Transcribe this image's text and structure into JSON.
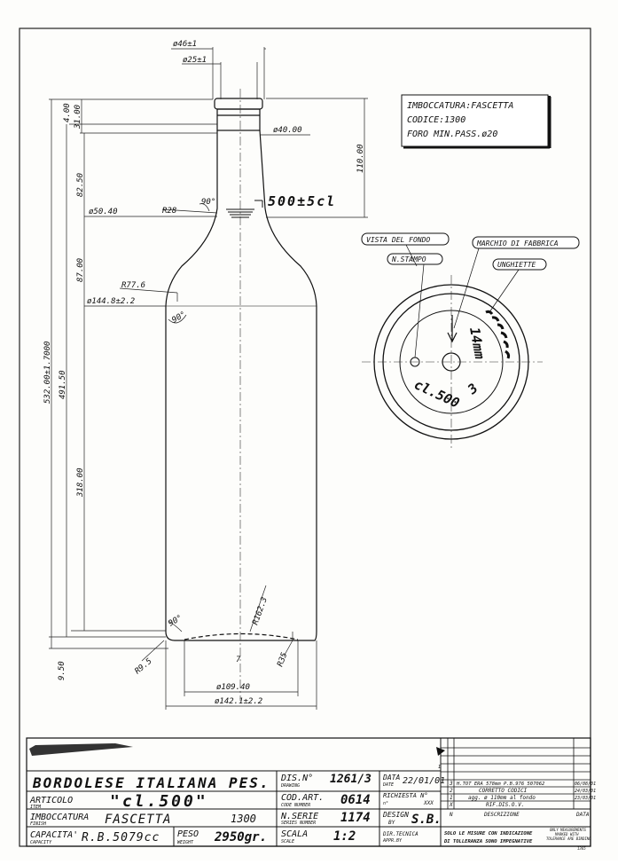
{
  "drawing": {
    "neck_outer_dia": "ø46±1",
    "neck_inner_dia": "ø25±1",
    "ring_dia": "ø40.00",
    "shoulder_dia": "ø50.40",
    "body_dia": "ø144.8±2.2",
    "base_dia_inner": "ø109.40",
    "base_dia_outer": "ø142.1±2.2",
    "capacity_mark": "500±5cl",
    "h_31": "31.00",
    "h_4": "4.00",
    "h_82": "82.50",
    "h_87": "87.00",
    "h_491": "491.50",
    "h_532": "532.00±1.7000",
    "h_318": "318.00",
    "h_9": "9.50",
    "h_110": "110.00",
    "r_28": "R28",
    "r_77": "R77.6",
    "r_162": "R162.3",
    "r_9": "R9.5",
    "r_35": "R35",
    "r_7": "7",
    "ang_90a": "90°",
    "ang_90b": "90°",
    "ang_90c": "90°"
  },
  "finish_box": {
    "line1": "IMBOCCATURA:FASCETTA",
    "line2": "CODICE:1300",
    "line3": "FORO MIN.PASS.ø20"
  },
  "bottom_view": {
    "vista": "VISTA DEL FONDO",
    "marchio": "MARCHIO DI FABBRICA",
    "stampo": "N.STAMPO",
    "unghiette": "UNGHIETTE",
    "text_cl": "cl.500",
    "text_3": "3",
    "text_mm": "14mm"
  },
  "title_block": {
    "name": "BORDOLESE ITALIANA PES.",
    "articolo_label": "ARTICOLO",
    "articolo_sub": "ITEM",
    "articolo_value": "\"cl.500\"",
    "imboccatura_label": "IMBOCCATURA",
    "imboccatura_sub": "FINISH",
    "imboccatura_value": "FASCETTA",
    "imboccatura_code": "1300",
    "capacita_label": "CAPACITA'",
    "capacita_sub": "CAPACITY",
    "capacita_value": "R.B.5079cc",
    "peso_label": "PESO",
    "peso_sub": "WEIGHT",
    "peso_value": "2950gr.",
    "dis_label": "DIS.N°",
    "dis_sub": "DRAWING",
    "dis_value": "1261/3",
    "cod_label": "COD.ART.",
    "cod_sub": "CODE NUMBER",
    "cod_value": "0614",
    "serie_label": "N.SERIE",
    "serie_sub": "SERIES NUMBER",
    "serie_value": "1174",
    "scala_label": "SCALA",
    "scala_sub": "SCALE",
    "scala_value": "1:2",
    "data_label": "DATA",
    "data_sub": "DATE",
    "data_value": "22/01/01",
    "richiesta_label": "RICHIESTA N°",
    "richiesta_sub": "n°",
    "richiesta_value": "XXX",
    "design_label": "DESIGN",
    "design_sub": "BY",
    "design_value": "S.B.",
    "dir_label": "DIR.TECNICA",
    "dir_sub": "APPR.BY",
    "rev_3": "3",
    "rev_2": "2",
    "rev_1": "1",
    "rev_x": "X",
    "rev_n": "N",
    "rev_3_desc": "H.TOT ERA 578mm P.B.976 507062",
    "rev_2_desc": "CORRETTO CODICI",
    "rev_1_desc": "agg. ø 110mm al fondo",
    "rev_x_desc": "RIF.DIS.O.V.",
    "rev_n_desc": "DESCRIZIONE",
    "rev_3_date": "06/08/01",
    "rev_2_date": "24/03/01",
    "rev_1_date": "23/03/01",
    "rev_n_date": "DATA",
    "note_1": "SOLO LE MISURE CON INDICAZIONE",
    "note_2": "DI TOLLERANZA SONO IMPEGNATIVE",
    "note_en_1": "ONLY MEASUREMENTS",
    "note_en_2": "MARKED WITH",
    "note_en_3": "TOLERANCE ARE BINDING",
    "small_1": "1",
    "corner_code": "1365"
  }
}
